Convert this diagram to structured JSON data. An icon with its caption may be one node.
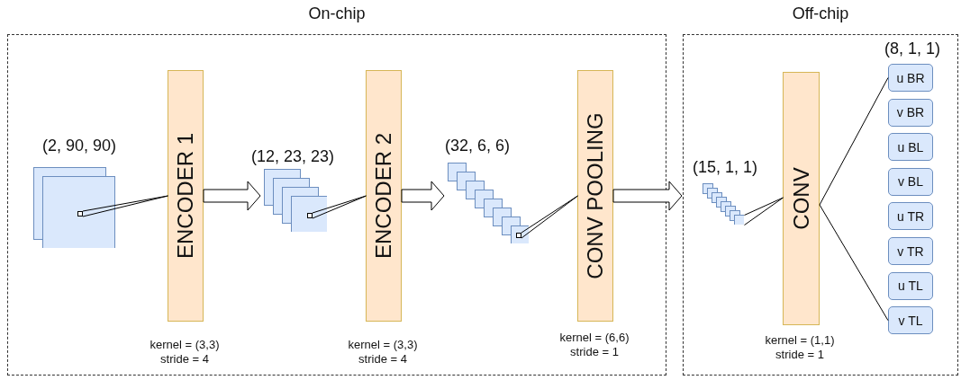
{
  "diagram": {
    "nodes": [
      {
        "text": [
          "On-chip"
        ]
      },
      {
        "text": [],
        "shape": "box",
        "in": 0,
        "beside": [
          "(2, 90, 90)"
        ]
      },
      {
        "text": [],
        "shape": "box",
        "in": 1
      },
      {
        "text": [
          "ENCODER 1"
        ],
        "in": 0,
        "beside": [
          "kernel = (3,3)",
          "stride = 4"
        ]
      },
      {
        "text": [],
        "shape": "box",
        "in": 0,
        "beside": [
          "(12, 23, 23)"
        ]
      },
      {
        "text": [],
        "shape": "box",
        "in": 4
      },
      {
        "text": [
          "ENCODER 2"
        ],
        "in": 0,
        "beside": [
          "kernel = (3,3)",
          "stride = 4"
        ]
      },
      {
        "text": [],
        "shape": "box",
        "in": 0,
        "beside": [
          "(32, 6, 6)"
        ]
      },
      {
        "text": [],
        "shape": "box",
        "in": 7
      },
      {
        "text": [
          "CONV POOLING"
        ],
        "in": 0,
        "beside": [
          "kernel = (6,6)",
          "stride = 1"
        ]
      },
      {
        "text": [
          "Off-chip"
        ]
      },
      {
        "text": [],
        "shape": "box",
        "in": 10,
        "beside": [
          "(15, 1, 1)"
        ]
      },
      {
        "text": [
          "CONV"
        ],
        "in": 10,
        "beside": [
          "kernel = (1,1)",
          "stride = 1"
        ]
      },
      {
        "text": [
          "u BR"
        ],
        "in": 10
      },
      {
        "text": [
          "v BR"
        ],
        "in": 10
      },
      {
        "text": [
          "u BL"
        ],
        "in": 10
      },
      {
        "text": [
          "v BL"
        ],
        "in": 10
      },
      {
        "text": [
          "u TR"
        ],
        "in": 10
      },
      {
        "text": [
          "v TR"
        ],
        "in": 10
      },
      {
        "text": [
          "u TL"
        ],
        "in": 10
      },
      {
        "text": [
          "v TL"
        ],
        "in": 10
      }
    ],
    "edges": [
      {
        "from": 2,
        "to": 3,
        "arrow": "none"
      },
      {
        "from": 3,
        "to": 4,
        "arrow": "to"
      },
      {
        "from": 5,
        "to": 6,
        "arrow": "none"
      },
      {
        "from": 6,
        "to": 7,
        "arrow": "to"
      },
      {
        "from": 8,
        "to": 9,
        "arrow": "none"
      },
      {
        "from": 9,
        "to": 10,
        "arrow": "to"
      },
      {
        "from": 11,
        "to": 12,
        "arrow": "none"
      },
      {
        "from": 12,
        "to": 13,
        "arrow": "none"
      },
      {
        "from": 12,
        "to": 20,
        "arrow": "none"
      }
    ],
    "labels": [
      "(8, 1, 1)"
    ]
  }
}
